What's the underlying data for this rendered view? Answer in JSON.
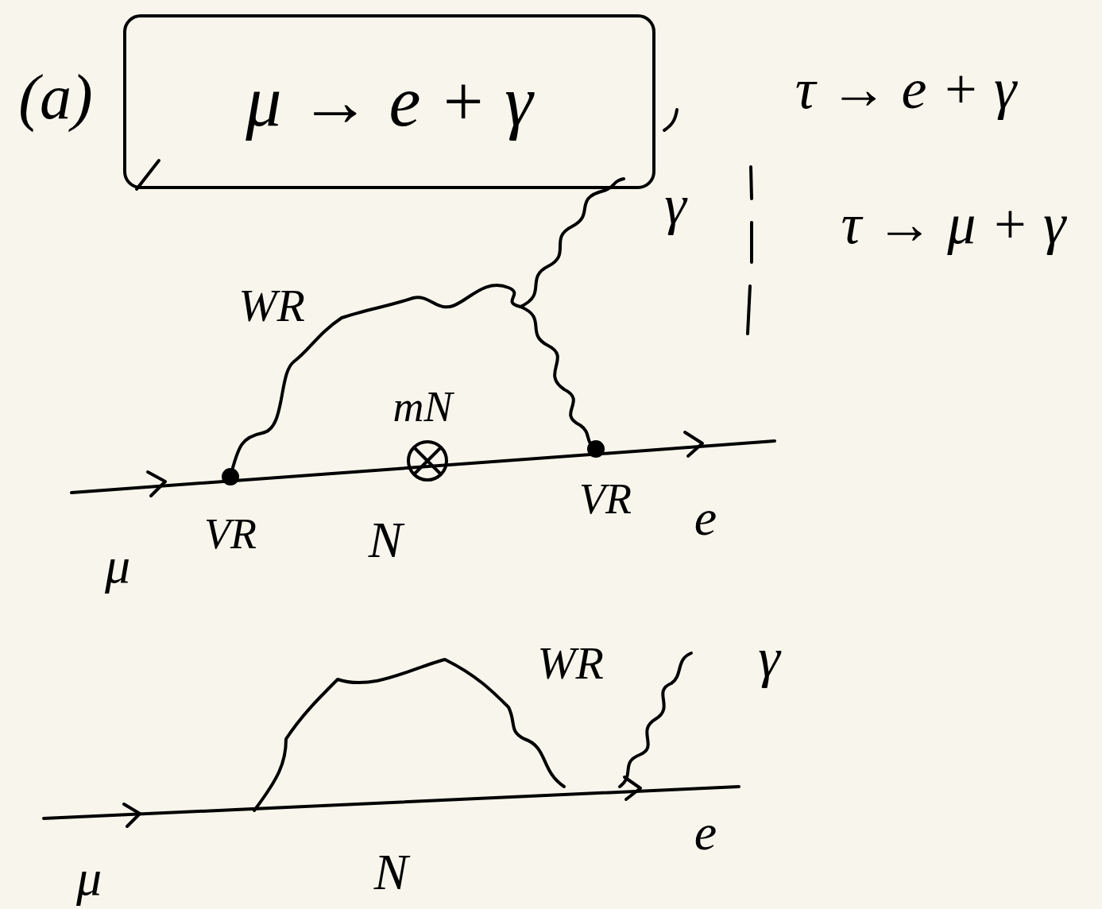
{
  "diagram": {
    "nodes": [
      {
        "text": [
          "μ → e + γ"
        ]
      }
    ],
    "labels": [
      "(a)",
      "τ → e + γ",
      "τ → μ + γ",
      "WR",
      "γ",
      "mN",
      "VR",
      "N",
      "VR",
      "e",
      "μ",
      "WR",
      "γ",
      "e",
      "μ",
      "N"
    ]
  }
}
